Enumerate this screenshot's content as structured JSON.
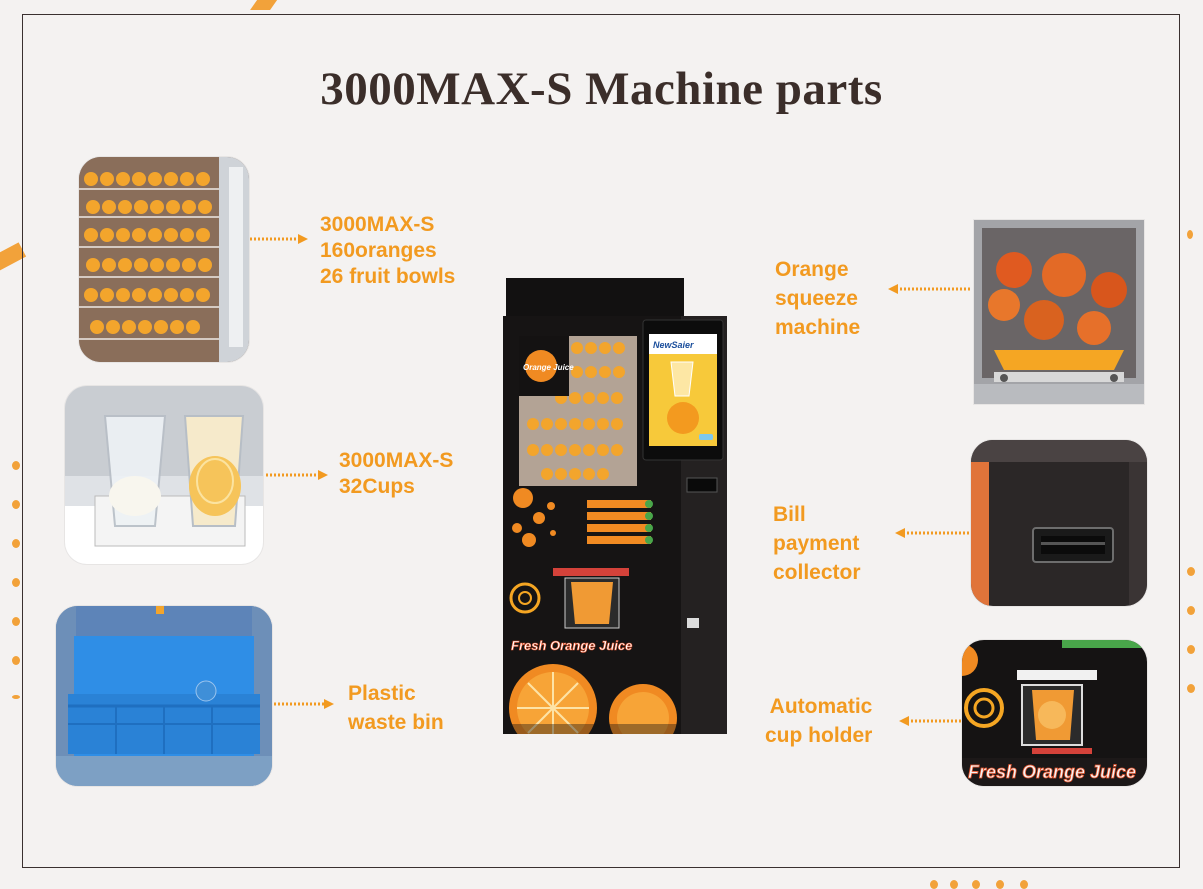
{
  "title": "3000MAX-S Machine parts",
  "colors": {
    "accent": "#f29a20",
    "title": "#3b2e2a",
    "background": "#f4f2f1",
    "frame": "#3a3030"
  },
  "callouts": {
    "fruit_bowls": {
      "lines": [
        "3000MAX-S",
        "160oranges",
        "26 fruit bowls"
      ]
    },
    "cups": {
      "lines": [
        "3000MAX-S",
        "32Cups"
      ]
    },
    "waste_bin": {
      "lines": [
        "Plastic",
        "waste bin"
      ]
    },
    "squeezer": {
      "lines": [
        "Orange",
        "squeeze",
        "machine"
      ]
    },
    "bill": {
      "lines": [
        "Bill",
        "payment",
        "collector"
      ]
    },
    "cup_holder": {
      "lines": [
        "Automatic",
        "cup holder"
      ]
    }
  },
  "machine": {
    "logo": "NewSaier",
    "brand_text": "Fresh Orange Juice",
    "side_logo": "Orange Juice"
  }
}
